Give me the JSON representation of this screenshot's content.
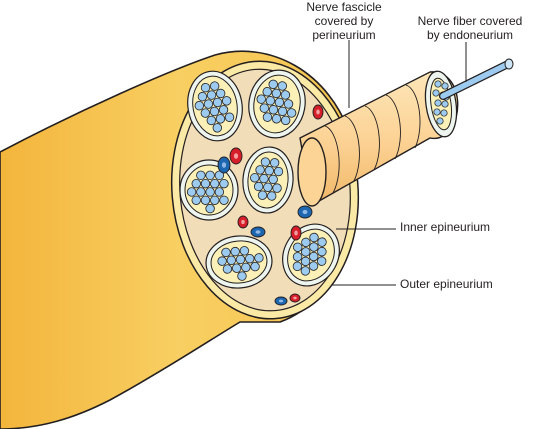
{
  "labels": {
    "nerve_fascicle": [
      "Nerve fascicle",
      "covered by",
      "perineurium"
    ],
    "nerve_fiber": [
      "Nerve fiber covered",
      "by endoneurium"
    ],
    "inner_epineurium": "Inner epineurium",
    "outer_epineurium": "Outer epineurium"
  },
  "colors": {
    "outer_sheath": "#f6c34e",
    "outer_sheath_shade": "#e8a72e",
    "epineurium_fill": "#f2ddb9",
    "fascicle_tube": "#fcd59a",
    "perineurium_ring": "#eef5ee",
    "endoneurium_fill": "#fbf1b8",
    "axon": "#9ccbef",
    "artery": "#d61f2b",
    "vein": "#1d66b0",
    "outline": "#231f20"
  }
}
